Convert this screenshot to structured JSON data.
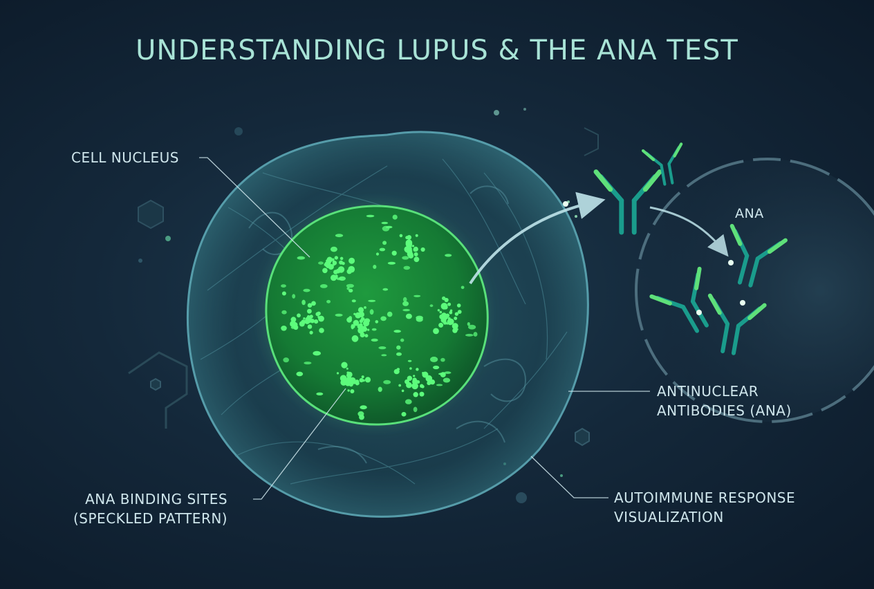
{
  "title": "UNDERSTANDING LUPUS & THE ANA TEST",
  "labels": {
    "cell_nucleus": "CELL NUCLEUS",
    "binding_sites_line1": "ANA BINDING SITES",
    "binding_sites_line2": "(SPECKLED PATTERN)",
    "antibodies_line1": "ANTINUCLEAR",
    "antibodies_line2": "ANTIBODIES (ANA)",
    "autoimmune_line1": "AUTOIMMUNE RESPONSE",
    "autoimmune_line2": "VISUALIZATION",
    "ana": "ANA"
  },
  "colors": {
    "background": "#0f2131",
    "title": "#a8e3d6",
    "label": "#cfe6ec",
    "nucleus_glow": "#5dfc7c",
    "cell_membrane": "#3f7f8f",
    "antibody_teal": "#1a9c8c",
    "antibody_green": "#5fe07a"
  }
}
